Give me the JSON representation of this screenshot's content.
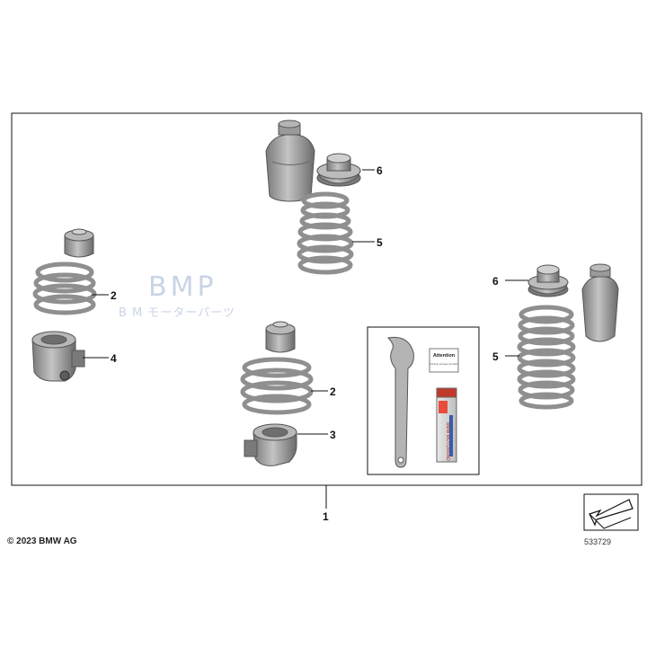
{
  "watermark": {
    "brand": "BMP",
    "subtitle": "B M モーターパーツ"
  },
  "callouts": {
    "assembly": "1",
    "spring_left": "2",
    "spring_center": "2",
    "seat_center": "3",
    "seat_left": "4",
    "spring_top": "5",
    "spring_right": "5",
    "cap_top": "6",
    "cap_right": "6"
  },
  "tool_box": {
    "card_title": "Attention",
    "card_lines": "Achtung sie liegen korrekte",
    "tube_label": "BMW MOTORRAD"
  },
  "footer": {
    "copyright": "© 2023 BMW AG",
    "diagram_number": "533729"
  },
  "colors": {
    "part_gray": "#a3a3a3",
    "part_dark": "#6e6e6e",
    "line": "#111111",
    "watermark": "#c9d4e6"
  }
}
